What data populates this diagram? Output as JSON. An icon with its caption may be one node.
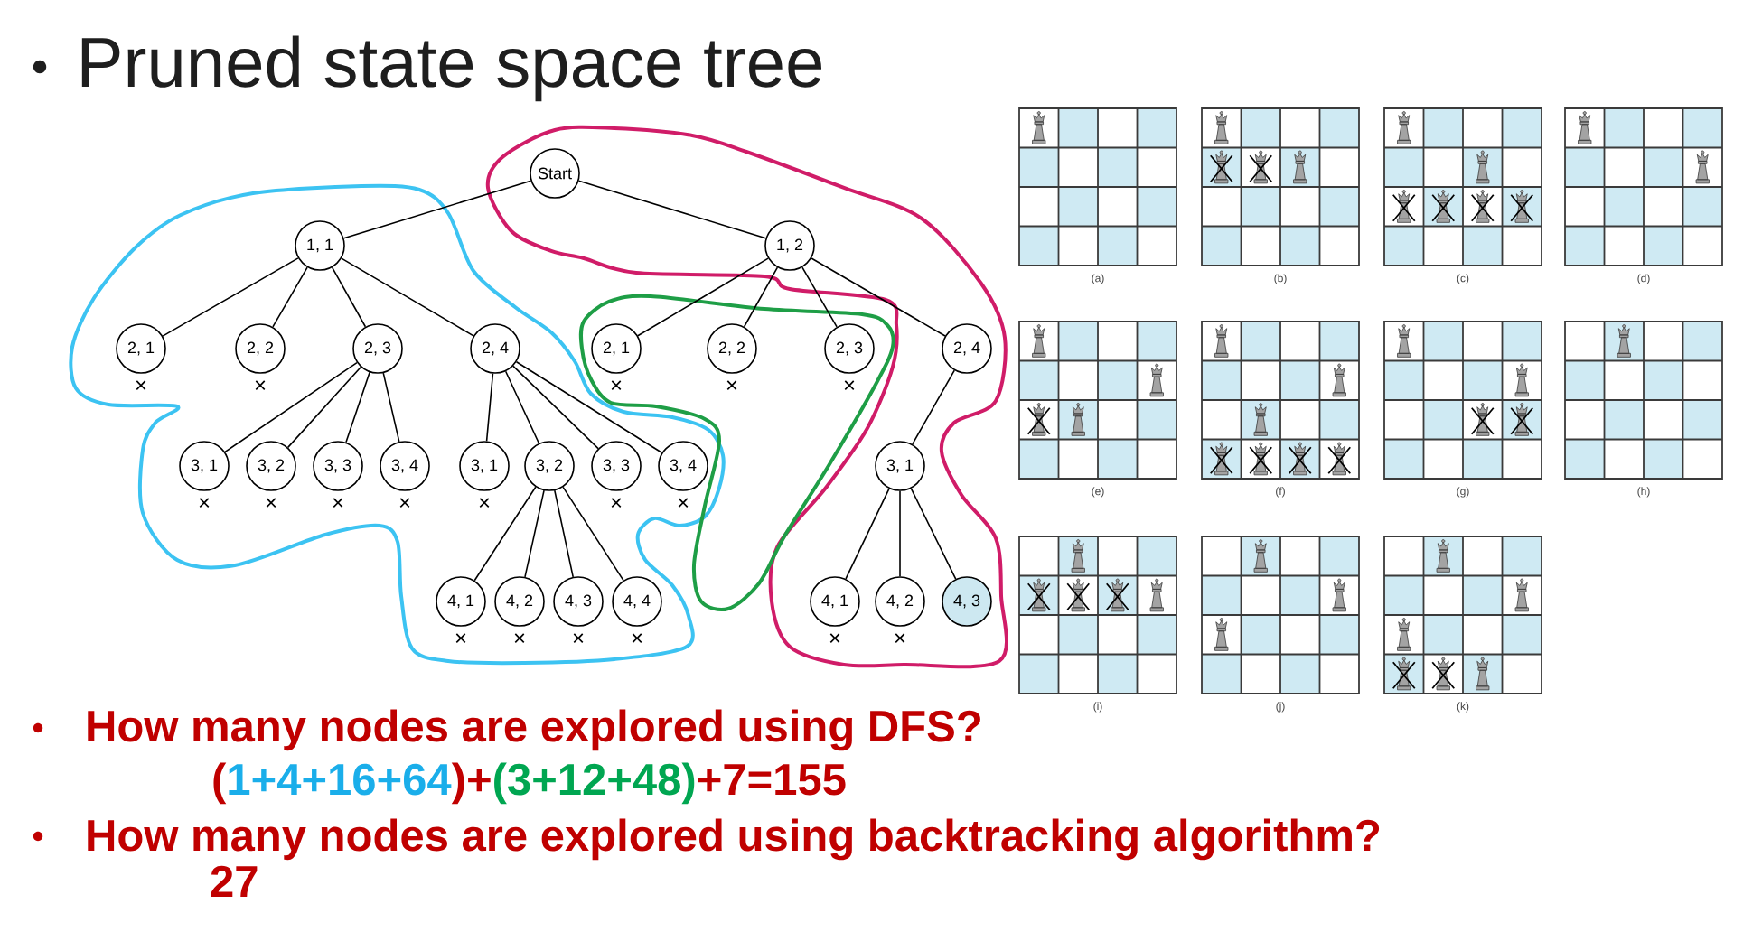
{
  "diagram": {
    "title": "Pruned state space tree",
    "nodes": [
      {
        "text": [
          "Start"
        ]
      },
      {
        "text": [
          "1, 1"
        ]
      },
      {
        "text": [
          "1, 2"
        ]
      },
      {
        "text": [
          "2, 1"
        ],
        "beside": [
          "×"
        ]
      },
      {
        "text": [
          "2, 2"
        ],
        "beside": [
          "×"
        ]
      },
      {
        "text": [
          "2, 3"
        ]
      },
      {
        "text": [
          "2, 4"
        ]
      },
      {
        "text": [
          "2, 1"
        ],
        "beside": [
          "×"
        ]
      },
      {
        "text": [
          "2, 2"
        ],
        "beside": [
          "×"
        ]
      },
      {
        "text": [
          "2, 3"
        ],
        "beside": [
          "×"
        ]
      },
      {
        "text": [
          "2, 4"
        ]
      },
      {
        "text": [
          "3, 1"
        ],
        "beside": [
          "×"
        ]
      },
      {
        "text": [
          "3, 2"
        ],
        "beside": [
          "×"
        ]
      },
      {
        "text": [
          "3, 3"
        ],
        "beside": [
          "×"
        ]
      },
      {
        "text": [
          "3, 4"
        ],
        "beside": [
          "×"
        ]
      },
      {
        "text": [
          "3, 1"
        ],
        "beside": [
          "×"
        ]
      },
      {
        "text": [
          "3, 2"
        ]
      },
      {
        "text": [
          "3, 3"
        ],
        "beside": [
          "×"
        ]
      },
      {
        "text": [
          "3, 4"
        ],
        "beside": [
          "×"
        ]
      },
      {
        "text": [
          "3, 1"
        ]
      },
      {
        "text": [
          "4, 1"
        ],
        "beside": [
          "×"
        ]
      },
      {
        "text": [
          "4, 2"
        ],
        "beside": [
          "×"
        ]
      },
      {
        "text": [
          "4, 3"
        ],
        "beside": [
          "×"
        ]
      },
      {
        "text": [
          "4, 4"
        ],
        "beside": [
          "×"
        ]
      },
      {
        "text": [
          "4, 1"
        ],
        "beside": [
          "×"
        ]
      },
      {
        "text": [
          "4, 2"
        ],
        "beside": [
          "×"
        ]
      },
      {
        "text": [
          "4, 3"
        ]
      }
    ],
    "edges": [
      {
        "from": 0,
        "to": 1,
        "arrow": "none"
      },
      {
        "from": 0,
        "to": 2,
        "arrow": "none"
      },
      {
        "from": 1,
        "to": 3,
        "arrow": "none"
      },
      {
        "from": 1,
        "to": 4,
        "arrow": "none"
      },
      {
        "from": 1,
        "to": 5,
        "arrow": "none"
      },
      {
        "from": 1,
        "to": 6,
        "arrow": "none"
      },
      {
        "from": 2,
        "to": 7,
        "arrow": "none"
      },
      {
        "from": 2,
        "to": 8,
        "arrow": "none"
      },
      {
        "from": 2,
        "to": 9,
        "arrow": "none"
      },
      {
        "from": 2,
        "to": 10,
        "arrow": "none"
      },
      {
        "from": 5,
        "to": 11,
        "arrow": "none"
      },
      {
        "from": 5,
        "to": 12,
        "arrow": "none"
      },
      {
        "from": 5,
        "to": 13,
        "arrow": "none"
      },
      {
        "from": 5,
        "to": 14,
        "arrow": "none"
      },
      {
        "from": 6,
        "to": 15,
        "arrow": "none"
      },
      {
        "from": 6,
        "to": 16,
        "arrow": "none"
      },
      {
        "from": 6,
        "to": 17,
        "arrow": "none"
      },
      {
        "from": 6,
        "to": 18,
        "arrow": "none"
      },
      {
        "from": 10,
        "to": 19,
        "arrow": "none"
      },
      {
        "from": 16,
        "to": 20,
        "arrow": "none"
      },
      {
        "from": 16,
        "to": 21,
        "arrow": "none"
      },
      {
        "from": 16,
        "to": 22,
        "arrow": "none"
      },
      {
        "from": 16,
        "to": 23,
        "arrow": "none"
      },
      {
        "from": 19,
        "to": 24,
        "arrow": "none"
      },
      {
        "from": 19,
        "to": 25,
        "arrow": "none"
      },
      {
        "from": 19,
        "to": 26,
        "arrow": "none"
      }
    ],
    "labels": [
      "(a)",
      "(b)",
      "(c)",
      "(d)",
      "(e)",
      "(f)",
      "(g)",
      "(h)",
      "(i)",
      "(j)",
      "(k)",
      "How many nodes are explored using DFS?",
      "(",
      "1+4+16+64",
      ")+",
      "(3+12+48)",
      "+7=155",
      "How many nodes are explored using backtracking algorithm?",
      "27"
    ]
  }
}
